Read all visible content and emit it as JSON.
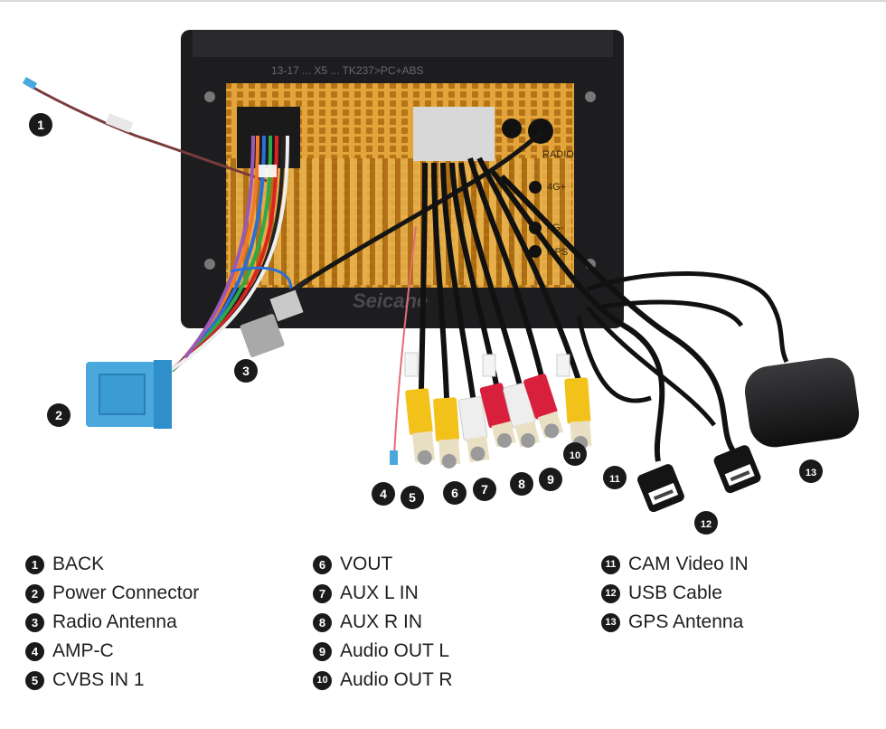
{
  "callouts": [
    {
      "num": "1",
      "name": "BACK"
    },
    {
      "num": "2",
      "name": "Power Connector"
    },
    {
      "num": "3",
      "name": "Radio Antenna"
    },
    {
      "num": "4",
      "name": "AMP-C"
    },
    {
      "num": "5",
      "name": "CVBS IN 1"
    },
    {
      "num": "6",
      "name": "VOUT"
    },
    {
      "num": "7",
      "name": "AUX L IN"
    },
    {
      "num": "8",
      "name": "AUX R IN"
    },
    {
      "num": "9",
      "name": "Audio OUT L"
    },
    {
      "num": "10",
      "name": "Audio OUT R"
    },
    {
      "num": "11",
      "name": "CAM Video IN"
    },
    {
      "num": "12",
      "name": "USB Cable"
    },
    {
      "num": "13",
      "name": "GPS Antenna"
    }
  ],
  "device": {
    "brand_watermark": "Seicane",
    "top_mark": "13-17 ... X5 ... TK237>PC+ABS",
    "port_labels": {
      "radio": "RADIO",
      "4g_a": "4G+",
      "4g_b": "4G-",
      "gps": "GPS"
    }
  },
  "colors": {
    "rca_yellow": "#f2c21b",
    "rca_white": "#eeeeee",
    "rca_red": "#d81f3c",
    "connector_blue": "#4aa8dd",
    "heatsink": "#e0a43a",
    "housing": "#1c1c1e"
  }
}
